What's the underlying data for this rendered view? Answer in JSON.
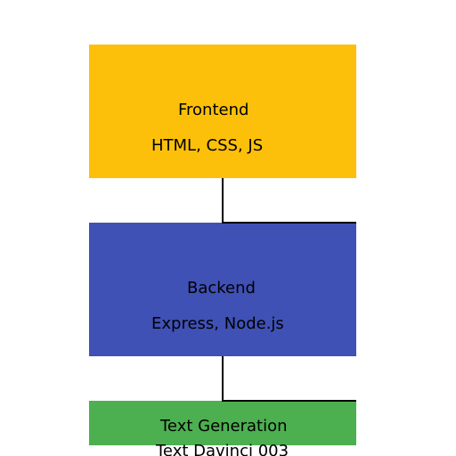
{
  "colors": {
    "frontend": "#fcc00a",
    "backend": "#3f51b5",
    "text_generation": "#4caf50",
    "connector": "#000000",
    "text": "#000000"
  },
  "nodes": {
    "frontend": {
      "title": "Frontend",
      "subtitle": "HTML, CSS, JS"
    },
    "backend": {
      "title": "Backend",
      "subtitle": "Express, Node.js"
    },
    "text_generation": {
      "title": "Text Generation",
      "subtitle": "Text Davinci 003"
    }
  },
  "edges": [
    {
      "from": "frontend",
      "to": "backend"
    },
    {
      "from": "backend",
      "to": "text_generation"
    }
  ]
}
